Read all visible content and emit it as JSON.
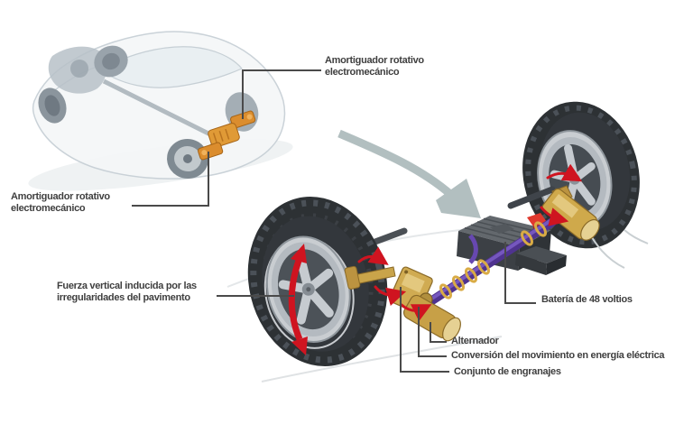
{
  "page": {
    "type": "technical-diagram",
    "language": "es",
    "background": "#ffffff"
  },
  "labels": {
    "damper_top": "Amortiguador rotativo\nelectromecánico",
    "damper_left": "Amortiguador rotativo\nelectromecánico",
    "vertical_force": "Fuerza vertical inducida por las\nirregularidades del pavimento",
    "battery": "Batería de 48 voltios",
    "alternator": "Alternador",
    "conversion": "Conversión del movimiento en energía eléctrica",
    "gearset": "Conjunto de engranajes"
  },
  "colors": {
    "label_text": "#3f3f3f",
    "connector_line": "#4a4a4a",
    "accent_red": "#cf1420",
    "brass_gold": "#cfa94b",
    "shaft_purple": "#5b3fa5",
    "spiral_gold": "#d9ab45",
    "flow_arrow_gray": "#b2bfc0",
    "tire_dark": "#2d3134",
    "battery_gray": "#3c4045",
    "car_component_orange": "#db8d2e"
  }
}
